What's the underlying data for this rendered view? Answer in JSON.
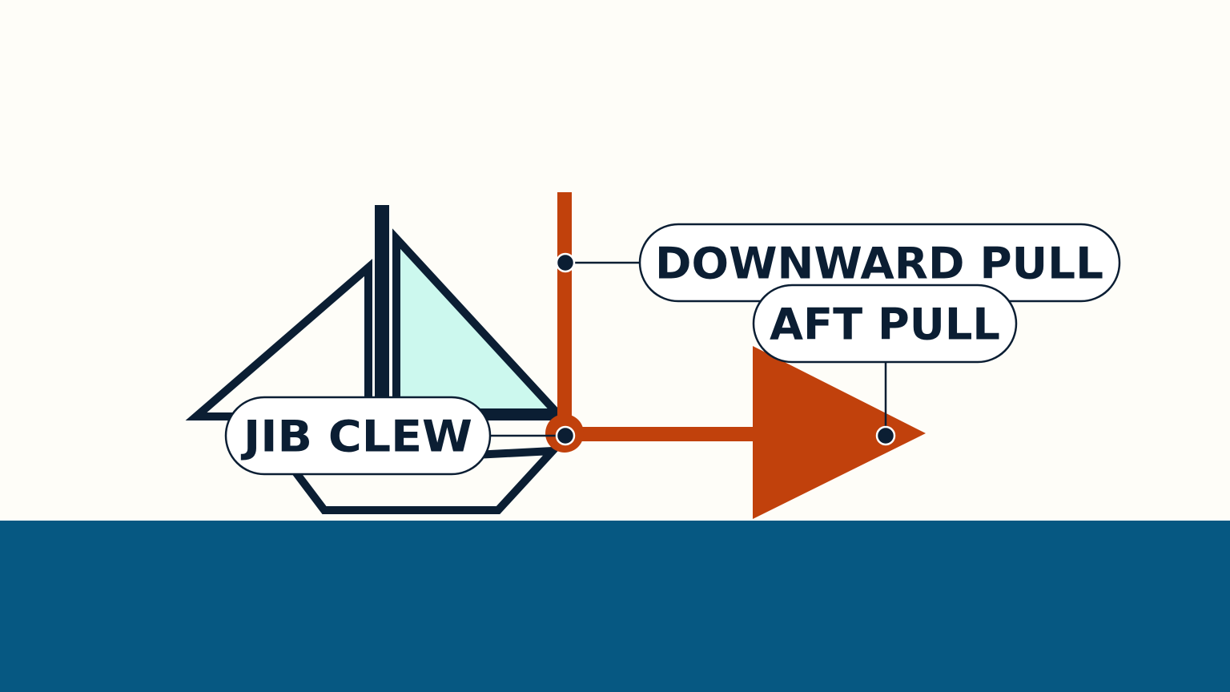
{
  "labels": {
    "jib_clew": "JIB CLEW",
    "downward_pull": "DOWNWARD PULL",
    "aft_pull": "AFT PULL"
  },
  "colors": {
    "background": "#fefdf8",
    "water": "#065882",
    "ink": "#0b1e33",
    "sail_fill": "#ccf8ee",
    "force": "#c1410c",
    "label_fill": "#ffffff"
  },
  "icons": {
    "boat": "sailboat-icon",
    "down_force": "downward-force-arrow",
    "aft_force": "aft-force-arrow"
  }
}
